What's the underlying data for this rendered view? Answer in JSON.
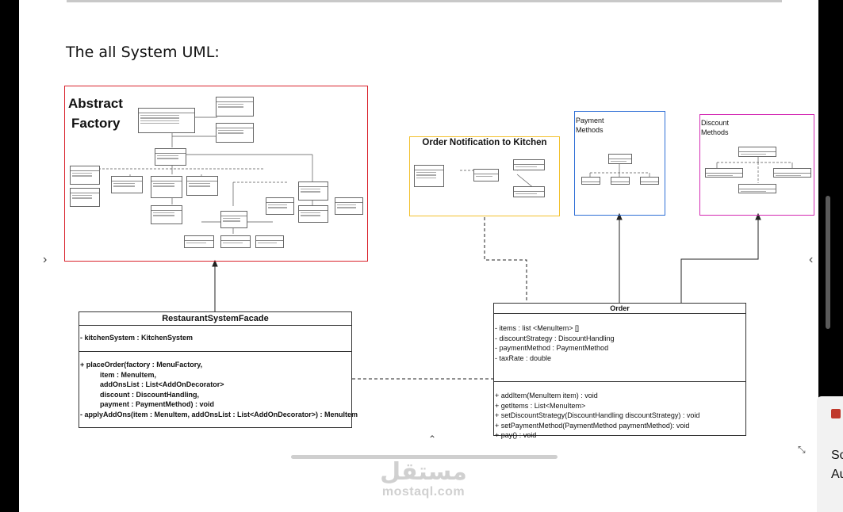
{
  "heading": "The all System UML:",
  "diagram": {
    "abstract_factory": {
      "title_line1": "Abstract",
      "title_line2": "Factory",
      "color": "#d9232d"
    },
    "order_notification": {
      "title": "Order Notification to Kitchen",
      "color": "#f2c12e"
    },
    "payment_methods": {
      "title_line1": "Payment",
      "title_line2": "Methods",
      "color": "#2f6fd6"
    },
    "discount_methods": {
      "title_line1": "Discount",
      "title_line2": "Methods",
      "color": "#d42ab3"
    },
    "facade": {
      "name": "RestaurantSystemFacade",
      "attributes": [
        "- kitchenSystem : KitchenSystem"
      ],
      "methods": [
        "+ placeOrder(factory : MenuFactory,",
        "           item : MenuItem,",
        "           addOnsList : List<AddOnDecorator>",
        "           discount : DiscountHandling,",
        "           payment : PaymentMethod) : void",
        "- applyAddOns(item : MenuItem, addOnsList : List<AddOnDecorator>) : MenuItem"
      ]
    },
    "order": {
      "name": "Order",
      "attributes": [
        "- items  : list <MenuItem> []",
        "- discountStrategy : DiscountHandling",
        "-  paymentMethod : PaymentMethod",
        "-  taxRate : double"
      ],
      "methods": [
        "+ addItem(MenuItem item) : void",
        "+ getItems : List<MenuItem>",
        "+ setDiscountStrategy(DiscountHandling discountStrategy) : void",
        "+ setPaymentMethod(PaymentMethod paymentMethod): void",
        "+ pay() : void"
      ]
    }
  },
  "controls": {
    "prev": "‹",
    "next": "‹",
    "collapse": "⌃",
    "expand": "⤡"
  },
  "watermark": {
    "arabic": "مستقل",
    "latin": "mostaql.com"
  },
  "side_panel": {
    "line1": "Sc",
    "line2": "Au"
  }
}
